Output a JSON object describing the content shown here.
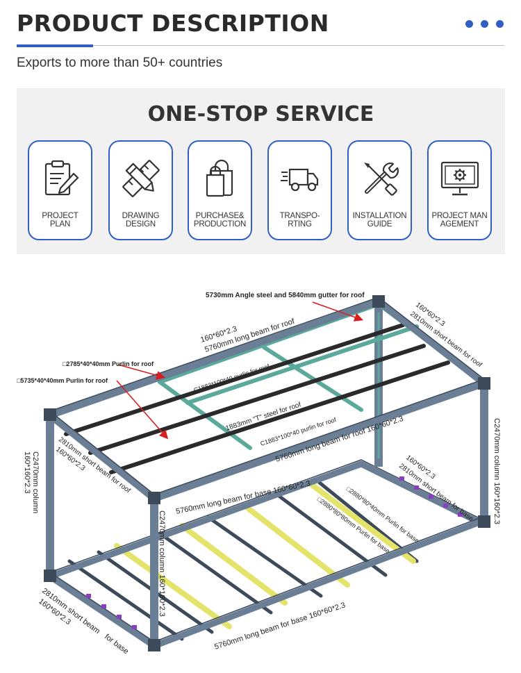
{
  "header": {
    "title": "PRODUCT DESCRIPTION",
    "subtitle": "Exports to more than 50+ countries",
    "accent_color": "#2f5fc4"
  },
  "service": {
    "title": "ONE-STOP SERVICE",
    "cards": [
      {
        "label": "PROJECT\nPLAN",
        "icon": "clipboard-pen-icon"
      },
      {
        "label": "DRAWING\nDESIGN",
        "icon": "pencil-ruler-icon"
      },
      {
        "label": "PURCHASE&\nPRODUCTION",
        "icon": "shopping-bag-icon"
      },
      {
        "label": "TRANSPO-\nRTING",
        "icon": "delivery-truck-icon"
      },
      {
        "label": "INSTALLATION\nGUIDE",
        "icon": "wrench-screwdriver-icon"
      },
      {
        "label": "PROJECT MAN\nAGEMENT",
        "icon": "monitor-gear-icon"
      }
    ]
  },
  "diagram": {
    "labels": {
      "angle_gutter": "5730mm Angle steel and 5840mm gutter for roof",
      "roof_beam_size": "160*60*2.3",
      "roof_long_beam": "5760mm long beam for  roof",
      "roof_short_right_size": "160*60*2.3",
      "roof_short_right": "2810mm short beam for roof",
      "purlin_2785": "□2785*40*40mm Purlin for roof",
      "purlin_5735": "□5735*40*40mm Purlin for roof",
      "c_purlin_1": "C1883*100*40 purlin for roof",
      "t_steel": "1883mm  \"T\"  steel for roof",
      "c_purlin_2": "C1883*100*40 purlin for roof",
      "roof_long_front": "5760mm long beam for roof 160*60*2.3",
      "column_right": "C2470mm  column 160*160*2.3",
      "roof_short_left": "2810mm short beam for roof",
      "roof_short_left_size": "160*60*2.3",
      "column_left_a": "C2470mm column",
      "column_left_b": "160*160*2.3",
      "base_long_back": "5760mm long beam for base 160*60*2.3",
      "base_short_right_size": "160*60*2.3",
      "base_short_right": "2810mm short beam for base",
      "purlin_base_a": "□2880*80*40mm Purlin for base",
      "purlin_base_b": "□2880*80*80mm Purlin for base",
      "column_front": "C2470mm  column 160*160*2.3",
      "base_short_left": "2810mm short beam",
      "base_short_left_b": "for base",
      "base_short_left_size": "160*60*2.3",
      "base_long_front": "5760mm long beam for base 160*60*2.3"
    },
    "colors": {
      "frame": "#6a7f96",
      "frame_dark": "#3c4a5a",
      "teal": "#5aa99a",
      "yellow": "#e4e46a",
      "purlin": "#2a2a2a",
      "arrow": "#d81e1e",
      "bolt": "#8a3fc2"
    }
  }
}
